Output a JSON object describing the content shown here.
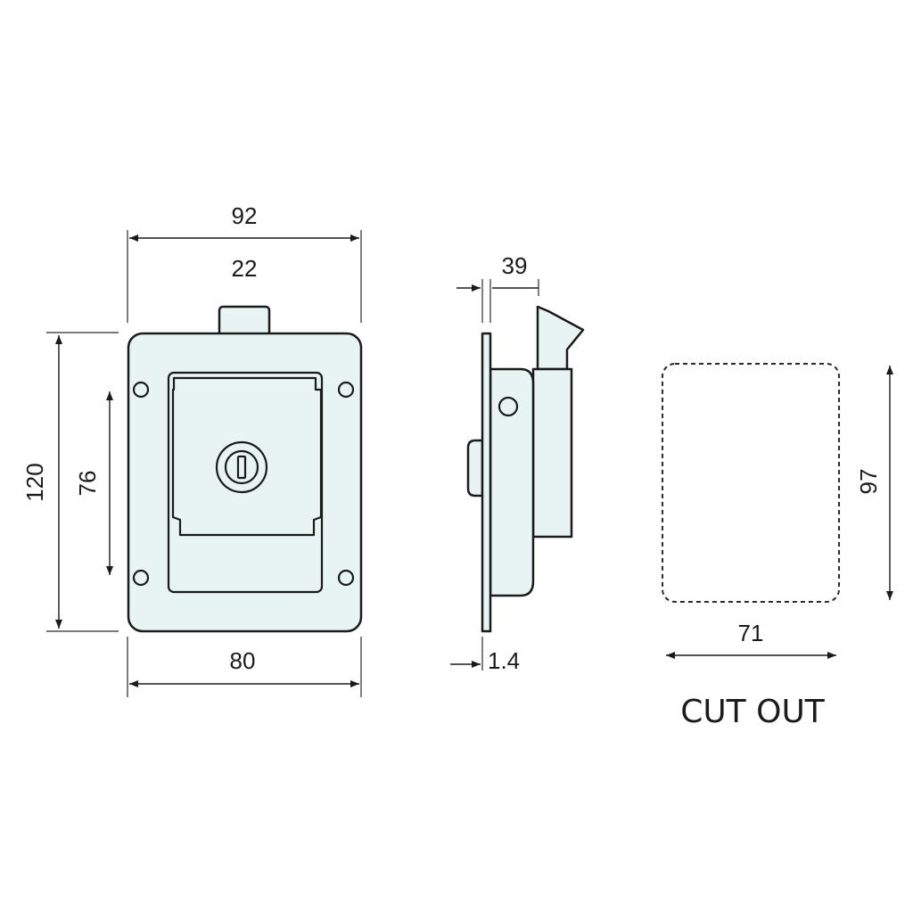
{
  "dimensions": {
    "overall_width": "92",
    "tab_width": "22",
    "overall_height": "120",
    "inner_height": "76",
    "base_width": "80",
    "side_depth": "39",
    "plate_thickness": "1.4",
    "cutout_height": "97",
    "cutout_width": "71"
  },
  "labels": {
    "cutout": "CUT OUT"
  },
  "colors": {
    "fill": "#e7f4f3",
    "stroke": "#1b1b1b",
    "background": "#ffffff"
  }
}
